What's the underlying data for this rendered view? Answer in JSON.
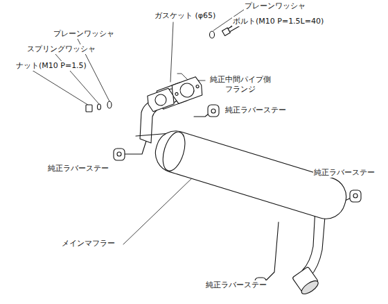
{
  "diagram": {
    "labels": [
      "プレーンワッシャ",
      "ボルト(M10 P=1.5L=40)",
      "ガスケット (φ65)",
      "プレーンワッシャ",
      "スプリングワッシャ",
      "ナット(M10 P=1.5)",
      "純正中間パイプ側 フランジ",
      "純正ラバーステー",
      "純正ラバーステー",
      "純正ラバーステー",
      "メインマフラー",
      "純正ラバーステー"
    ]
  }
}
